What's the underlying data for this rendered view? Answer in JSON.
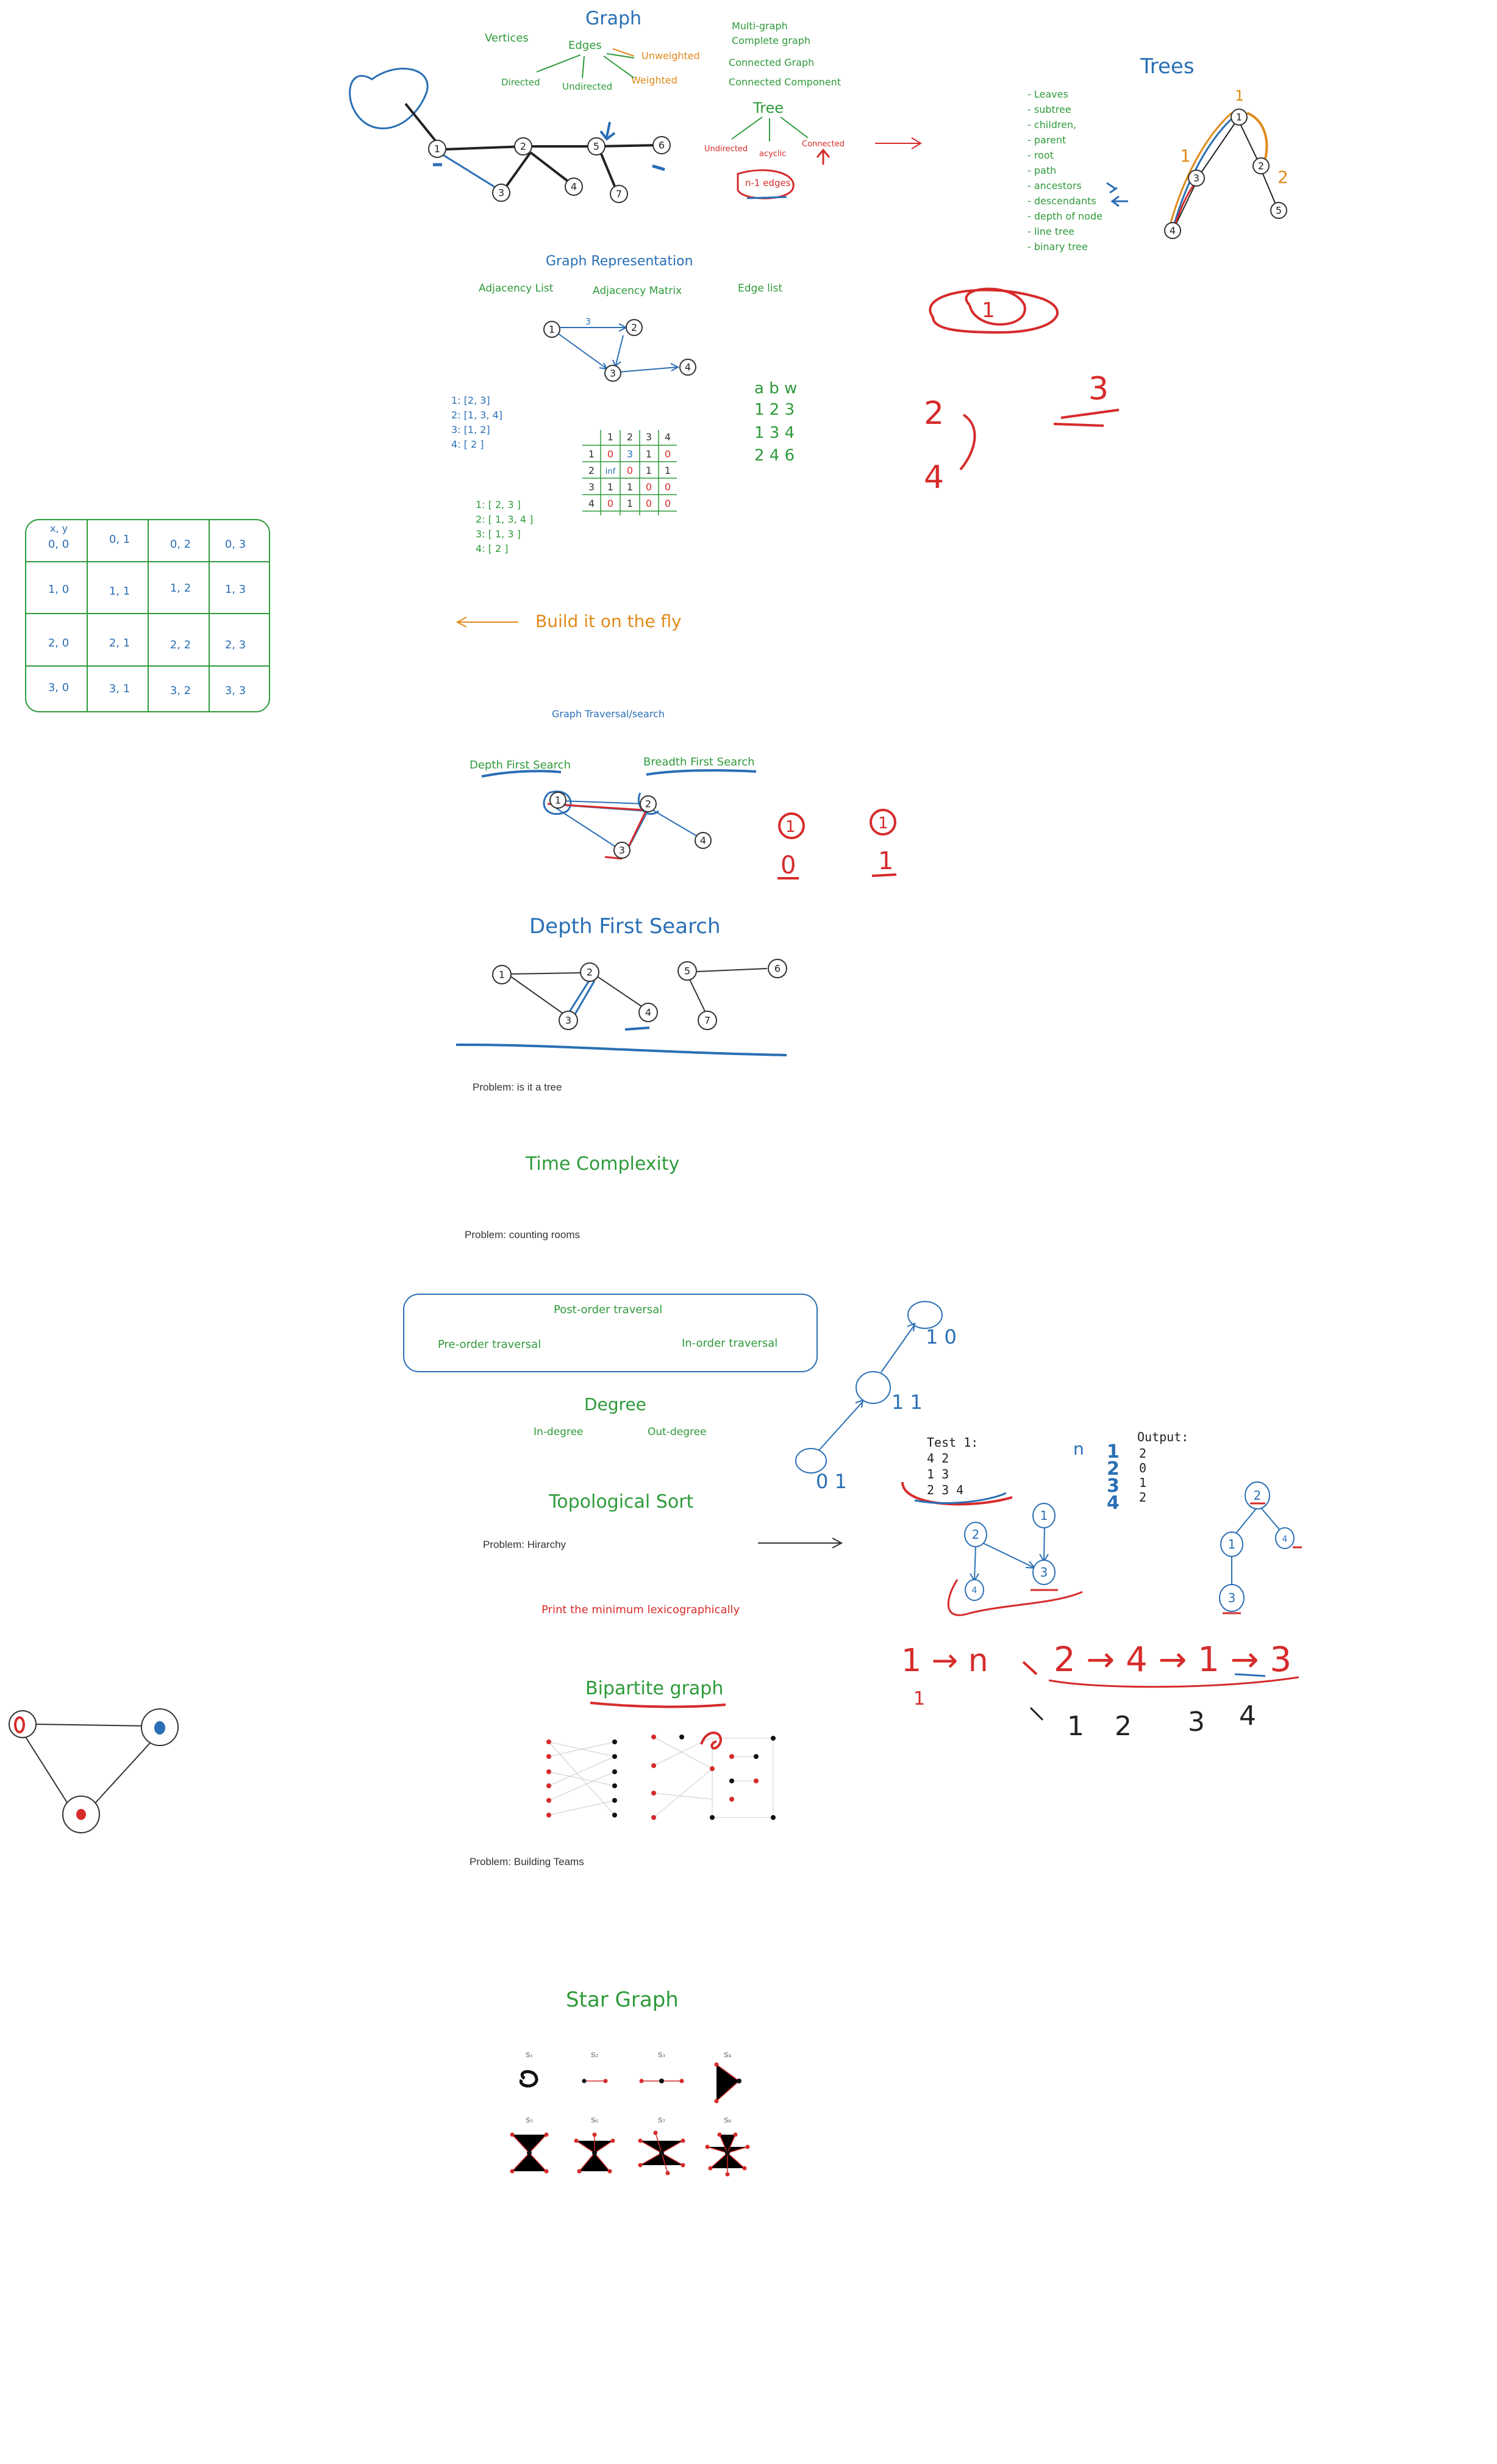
{
  "graph": {
    "title": "Graph",
    "vertices": "Vertices",
    "edges": "Edges",
    "directed": "Directed",
    "undirected": "Undirected",
    "unweighted": "Unweighted",
    "weighted": "Weighted",
    "nodes": [
      "1",
      "2",
      "3",
      "4",
      "5",
      "6",
      "7"
    ]
  },
  "graph_kinds": [
    "Multi-graph",
    "Complete graph",
    "Connected Graph",
    "Connected Component"
  ],
  "tree_def": {
    "title": "Tree",
    "undirected": "Undirected",
    "acyclic": "acyclic",
    "connected": "Connected",
    "n_edges": "n-1 edges"
  },
  "trees": {
    "title": "Trees",
    "terms": [
      "- Leaves",
      "- subtree",
      "- children,",
      "- parent",
      "- root",
      "- path",
      "- ancestors",
      "- descendants",
      "- depth of node",
      "- line tree",
      "- binary tree"
    ],
    "nodes": [
      "1",
      "2",
      "3",
      "4",
      "5"
    ]
  },
  "representation": {
    "title": "Graph Representation",
    "adjacency_list": "Adjacency List",
    "adjacency_matrix": "Adjacency Matrix",
    "edge_list": "Edge list",
    "example_nodes": [
      "1",
      "2",
      "3",
      "4"
    ],
    "edge_weight": "3",
    "adj_list_1": [
      "1: [2, 3]",
      "2: [1, 3, 4]",
      "3: [1, 2]",
      "4: [ 2 ]"
    ],
    "adj_list_2": [
      "1: [ 2, 3 ]",
      "2: [ 1, 3, 4 ]",
      "3: [ 1, 3 ]",
      "4: [ 2 ]"
    ],
    "edge_list_rows": [
      "a  b  w",
      "1  2  3",
      "1  3  4",
      "2  4  6"
    ],
    "matrix_header": [
      "",
      "1",
      "2",
      "3",
      "4"
    ],
    "matrix_rows": [
      [
        "1",
        "0",
        "3",
        "1",
        "0"
      ],
      [
        "2",
        "inf",
        "0",
        "1",
        "1"
      ],
      [
        "3",
        "1",
        "1",
        "0",
        "0"
      ],
      [
        "4",
        "0",
        "1",
        "0",
        "0"
      ]
    ]
  },
  "red_scribbles": {
    "loop_label": "1",
    "two": "2",
    "four": "4",
    "three": "3"
  },
  "grid": {
    "header": "x, y",
    "cells": [
      [
        "0, 0",
        "0, 1",
        "0, 2",
        "0, 3"
      ],
      [
        "1, 0",
        "1, 1",
        "1, 2",
        "1, 3"
      ],
      [
        "2, 0",
        "2, 1",
        "2, 2",
        "2, 3"
      ],
      [
        "3, 0",
        "3, 1",
        "3, 2",
        "3, 3"
      ]
    ]
  },
  "build": {
    "label": "Build it on the fly"
  },
  "traversal": {
    "title": "Graph Traversal/search",
    "dfs": "Depth First Search",
    "bfs": "Breadth First Search",
    "nodes": [
      "1",
      "2",
      "3",
      "4"
    ],
    "red_marks": [
      "1",
      "0",
      "1",
      "1"
    ]
  },
  "dfs_section": {
    "title": "Depth First Search",
    "nodes": [
      "1",
      "2",
      "3",
      "4",
      "5",
      "6",
      "7"
    ],
    "problem": "Problem:  is it a tree"
  },
  "time_complexity": {
    "title": "Time Complexity",
    "problem": "Problem:  counting rooms"
  },
  "tree_traversals": {
    "post": "Post-order traversal",
    "pre": "Pre-order traversal",
    "in": "In-order traversal"
  },
  "chain_tree": {
    "labels": [
      "1 0",
      "1  1",
      "0  1"
    ]
  },
  "degree": {
    "title": "Degree",
    "in": "In-degree",
    "out": "Out-degree"
  },
  "topo": {
    "title": "Topological Sort",
    "problem": "Problem:  Hirarchy",
    "note": "Print the minimum lexicographically",
    "test_title": "Test 1:",
    "test_lines": [
      "4 2",
      "1 3",
      "2 3 4"
    ],
    "n_label": "n",
    "order_digits": [
      "1",
      "2",
      "3",
      "4"
    ],
    "output_title": "Output:",
    "output_lines": [
      "2",
      "0",
      "1",
      "2"
    ],
    "dag_nodes": [
      "2",
      "1",
      "3",
      "4"
    ],
    "tree_nodes": [
      "2",
      "1",
      "4",
      "3"
    ],
    "seq_left": "1 → n",
    "seq_left_sub": "1",
    "seq_right": "2 → 4 → 1 → 3",
    "seq_index": [
      "1",
      "2",
      "3",
      "4"
    ]
  },
  "bipartite": {
    "title": "Bipartite graph",
    "problem": "Problem:  Building Teams"
  },
  "star": {
    "title": "Star Graph",
    "labels": [
      "S₁",
      "S₂",
      "S₃",
      "S₄",
      "S₅",
      "S₆",
      "S₇",
      "S₈"
    ]
  },
  "colors": {
    "green": "#2e9a3a",
    "blue": "#2a6fb5",
    "orange": "#e08a1c",
    "red": "#d62b2b"
  }
}
